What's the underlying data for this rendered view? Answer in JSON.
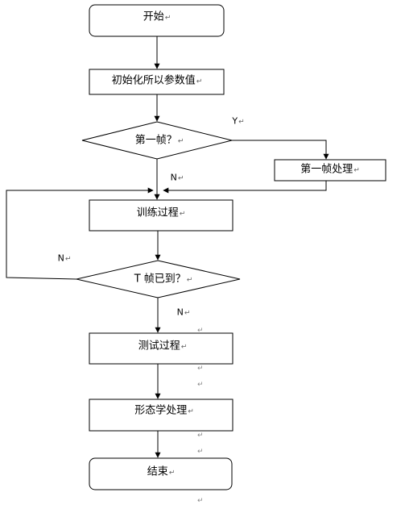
{
  "flowchart": {
    "return_mark": "↵",
    "nodes": {
      "start": "开始",
      "init": "初始化所以参数值",
      "first_frame_q": "第一帧？",
      "first_frame_proc": "第一帧处理",
      "train": "训练过程",
      "t_frames_q": "T 帧已到？",
      "test": "测试过程",
      "morph": "形态学处理",
      "end": "结束"
    },
    "edge_labels": {
      "first_yes": "Y",
      "first_no": "N",
      "t_loop_no": "N",
      "t_down_no": "N"
    }
  }
}
